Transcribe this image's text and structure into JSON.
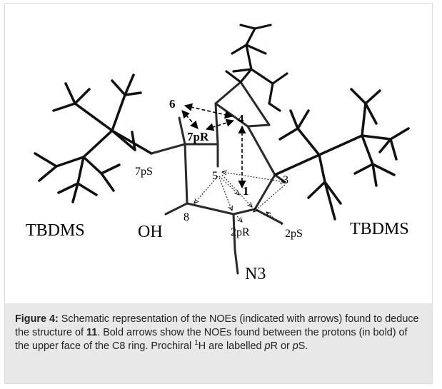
{
  "figure": {
    "group_left": "TBDMS",
    "group_right": "TBDMS",
    "hydroxyl": "OH",
    "azide": "N3",
    "atoms": {
      "h1": "1",
      "h3": "3",
      "h4": "4",
      "h5": "5",
      "h6": "6",
      "h8": "8",
      "h7pR": "7pR",
      "h7pS": "7pS",
      "h2pR": "2pR",
      "h2pS": "2pS"
    }
  },
  "caption": {
    "label": "Figure 4:",
    "text_1": " Schematic representation of the NOEs (indicated with arrows) found to deduce the structure of ",
    "compound": "11",
    "text_2": ". Bold arrows show the NOEs found between the protons (in bold) of the upper face of the C8 ring. Prochiral ",
    "superscript": "1",
    "text_3": "H are labelled ",
    "pR_italic": "p",
    "pR_rest": "R or ",
    "pS_italic": "p",
    "pS_rest": "S."
  }
}
